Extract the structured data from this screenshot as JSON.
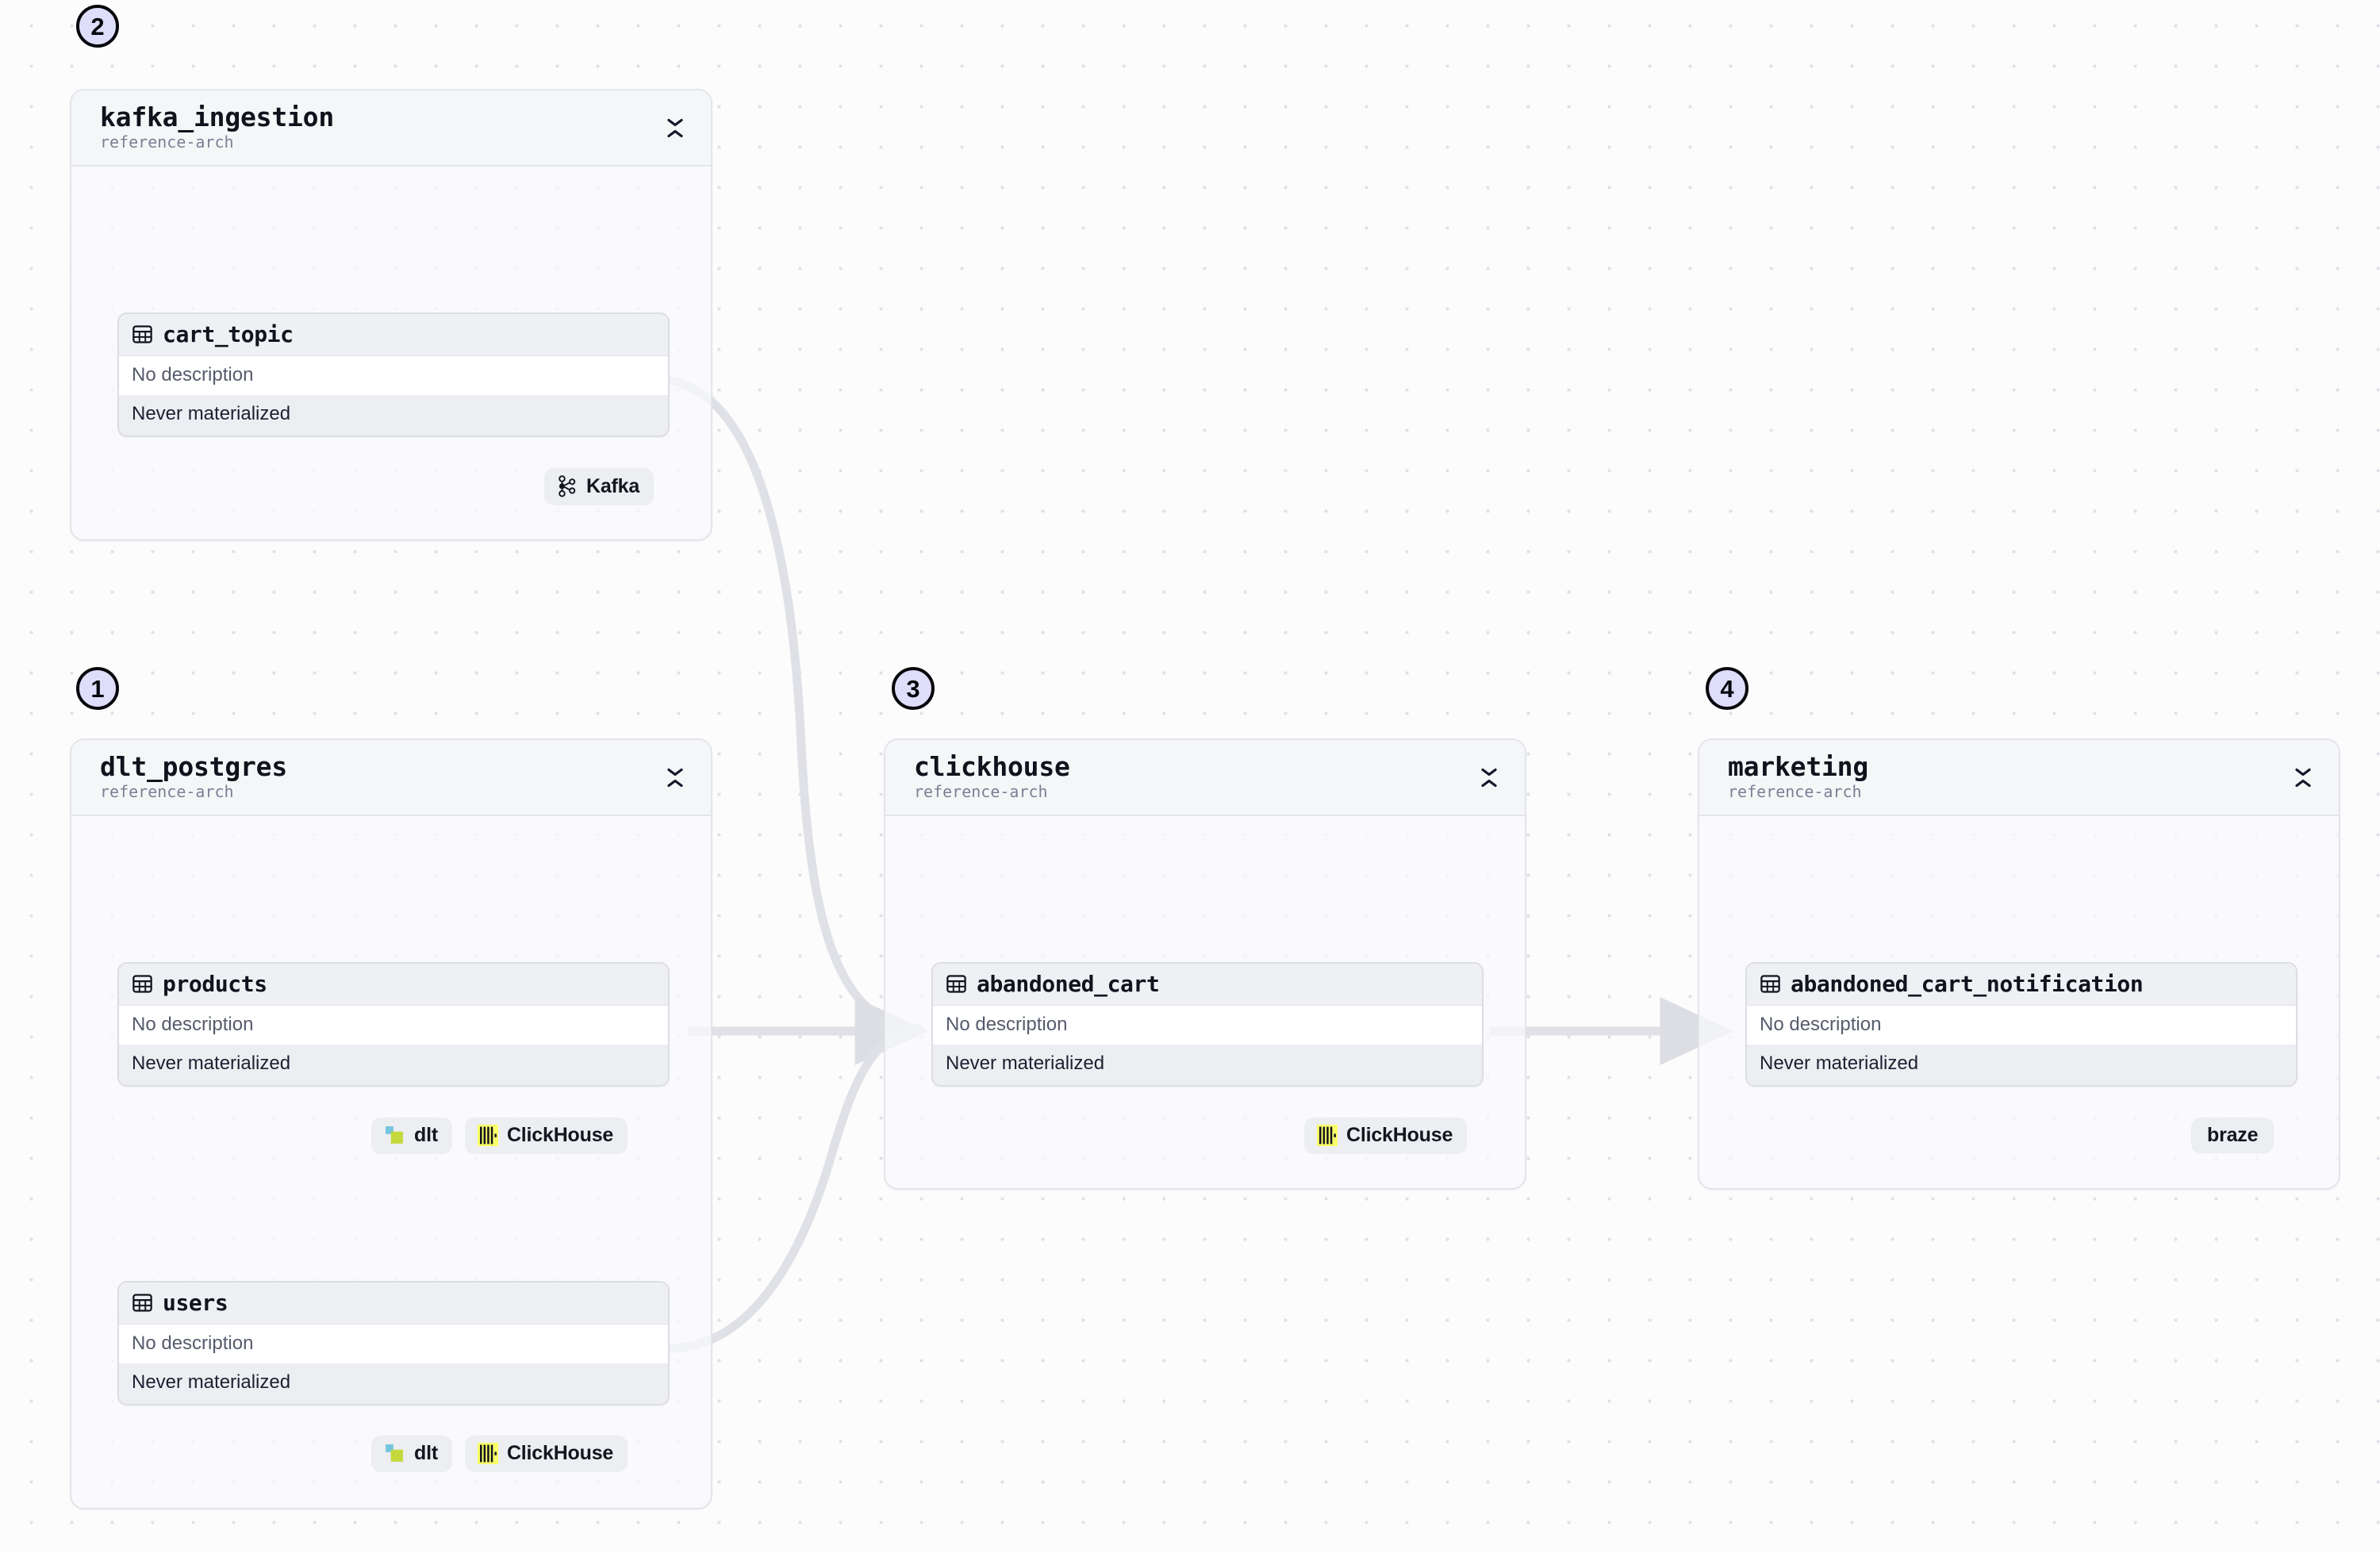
{
  "canvas": {
    "background": "#fcfcfd",
    "grid_dot_color": "#dfe1e7",
    "edge_color": "#dfe1e6",
    "accent_badge_fill": "#dfdefa",
    "accent_badge_stroke": "#07070c"
  },
  "steps": [
    {
      "number": "1",
      "for": "dlt_postgres"
    },
    {
      "number": "2",
      "for": "kafka_ingestion"
    },
    {
      "number": "3",
      "for": "clickhouse"
    },
    {
      "number": "4",
      "for": "marketing"
    }
  ],
  "groups": [
    {
      "id": "kafka_ingestion",
      "title": "kafka_ingestion",
      "subtitle": "reference-arch",
      "collapse_icon": "collapse-chevrons-icon",
      "tables": [
        {
          "name": "cart_topic",
          "icon": "table-grid-icon",
          "description": "No description",
          "materialization": "Never materialized"
        }
      ],
      "badges": [
        {
          "label": "Kafka",
          "icon": "kafka-icon"
        }
      ]
    },
    {
      "id": "dlt_postgres",
      "title": "dlt_postgres",
      "subtitle": "reference-arch",
      "collapse_icon": "collapse-chevrons-icon",
      "tables": [
        {
          "name": "products",
          "icon": "table-grid-icon",
          "description": "No description",
          "materialization": "Never materialized"
        },
        {
          "name": "users",
          "icon": "table-grid-icon",
          "description": "No description",
          "materialization": "Never materialized"
        }
      ],
      "badges_products": [
        {
          "label": "dlt",
          "icon": "dlt-icon"
        },
        {
          "label": "ClickHouse",
          "icon": "clickhouse-icon"
        }
      ],
      "badges_users": [
        {
          "label": "dlt",
          "icon": "dlt-icon"
        },
        {
          "label": "ClickHouse",
          "icon": "clickhouse-icon"
        }
      ]
    },
    {
      "id": "clickhouse",
      "title": "clickhouse",
      "subtitle": "reference-arch",
      "collapse_icon": "collapse-chevrons-icon",
      "tables": [
        {
          "name": "abandoned_cart",
          "icon": "table-grid-icon",
          "description": "No description",
          "materialization": "Never materialized"
        }
      ],
      "badges": [
        {
          "label": "ClickHouse",
          "icon": "clickhouse-icon"
        }
      ]
    },
    {
      "id": "marketing",
      "title": "marketing",
      "subtitle": "reference-arch",
      "collapse_icon": "collapse-chevrons-icon",
      "tables": [
        {
          "name": "abandoned_cart_notification",
          "icon": "table-grid-icon",
          "description": "No description",
          "materialization": "Never materialized"
        }
      ],
      "badges": [
        {
          "label": "braze",
          "icon": null
        }
      ]
    }
  ],
  "edges": [
    {
      "from": "cart_topic",
      "to": "abandoned_cart",
      "style": "curved"
    },
    {
      "from": "products",
      "to": "abandoned_cart",
      "style": "straight"
    },
    {
      "from": "users",
      "to": "abandoned_cart",
      "style": "curved"
    },
    {
      "from": "abandoned_cart",
      "to": "abandoned_cart_notification",
      "style": "straight"
    }
  ]
}
